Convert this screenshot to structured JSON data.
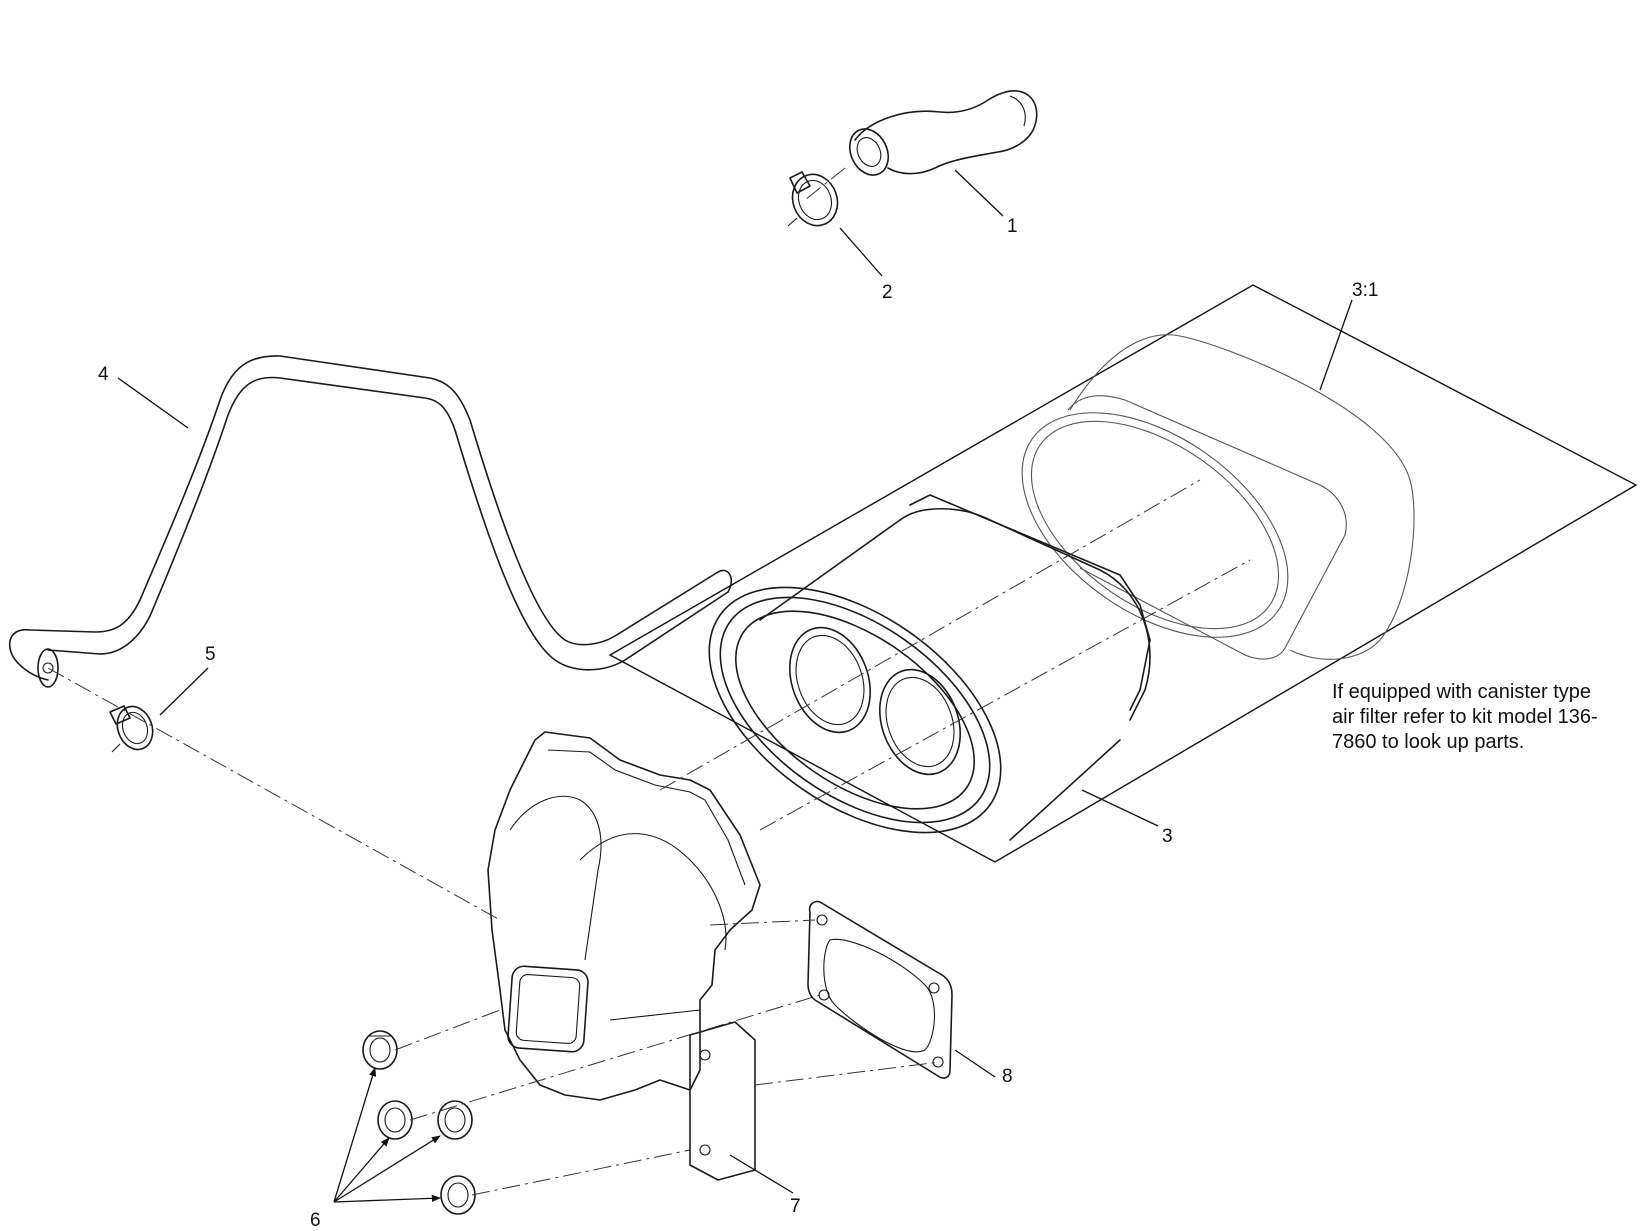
{
  "callouts": {
    "c1": "1",
    "c2": "2",
    "c3": "3",
    "c3_1": "3:1",
    "c4": "4",
    "c5": "5",
    "c6": "6",
    "c7": "7",
    "c8": "8"
  },
  "note": "If equipped with canister type air filter refer to kit model 136-7860 to look up parts."
}
